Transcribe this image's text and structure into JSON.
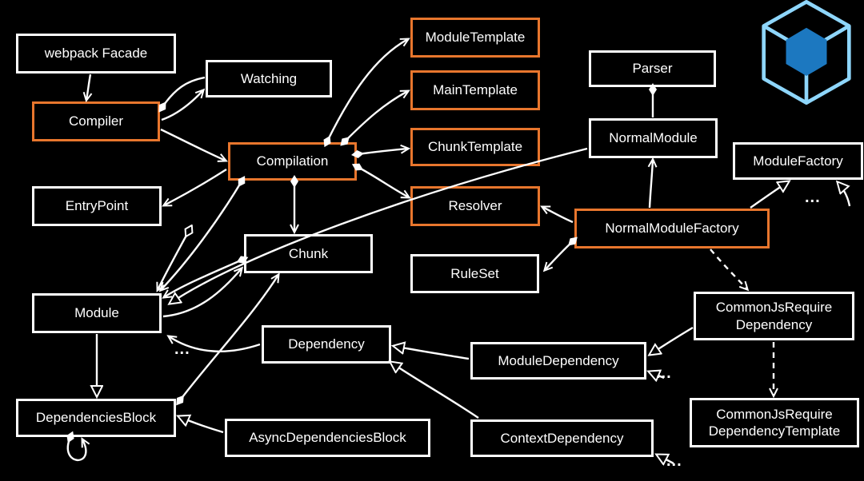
{
  "title": "webpack architecture class diagram",
  "colors": {
    "bg": "#000000",
    "text": "#ffffff",
    "line": "#ffffff",
    "node_border": "#ffffff",
    "accent": "#e8762d",
    "logo_outer": "#8ed6fb",
    "logo_inner": "#1c78c0"
  },
  "ellipsis": "...",
  "nodes": {
    "webpack_facade": {
      "label": "webpack Facade",
      "accent": false
    },
    "compiler": {
      "label": "Compiler",
      "accent": true
    },
    "watching": {
      "label": "Watching",
      "accent": false
    },
    "compilation": {
      "label": "Compilation",
      "accent": true
    },
    "entry_point": {
      "label": "EntryPoint",
      "accent": false
    },
    "module_template": {
      "label": "ModuleTemplate",
      "accent": true
    },
    "main_template": {
      "label": "MainTemplate",
      "accent": true
    },
    "chunk_template": {
      "label": "ChunkTemplate",
      "accent": true
    },
    "resolver": {
      "label": "Resolver",
      "accent": true
    },
    "parser": {
      "label": "Parser",
      "accent": false
    },
    "normal_module": {
      "label": "NormalModule",
      "accent": false
    },
    "module_factory": {
      "label": "ModuleFactory",
      "accent": false
    },
    "normal_module_factory": {
      "label": "NormalModuleFactory",
      "accent": true
    },
    "rule_set": {
      "label": "RuleSet",
      "accent": false
    },
    "chunk": {
      "label": "Chunk",
      "accent": false
    },
    "module": {
      "label": "Module",
      "accent": false
    },
    "dependency": {
      "label": "Dependency",
      "accent": false
    },
    "module_dependency": {
      "label": "ModuleDependency",
      "accent": false
    },
    "commonjs_require_dependency": {
      "label": "CommonJsRequire\nDependency",
      "accent": false
    },
    "dependencies_block": {
      "label": "DependenciesBlock",
      "accent": false
    },
    "async_dependencies_block": {
      "label": "AsyncDependenciesBlock",
      "accent": false
    },
    "context_dependency": {
      "label": "ContextDependency",
      "accent": false
    },
    "commonjs_require_dependency_template": {
      "label": "CommonJsRequire\nDependencyTemplate",
      "accent": false
    }
  },
  "edges": [
    {
      "from": "webpack Facade",
      "to": "Compiler",
      "type": "association"
    },
    {
      "from": "Watching",
      "to": "Compiler",
      "type": "composition"
    },
    {
      "from": "Compiler",
      "to": "Watching",
      "type": "association"
    },
    {
      "from": "Compiler",
      "to": "Compilation",
      "type": "association"
    },
    {
      "from": "Compilation",
      "to": "EntryPoint",
      "type": "association"
    },
    {
      "from": "Compilation",
      "to": "Module",
      "type": "composition"
    },
    {
      "from": "EntryPoint",
      "to": "Module",
      "type": "aggregation"
    },
    {
      "from": "Compilation",
      "to": "Chunk",
      "type": "composition"
    },
    {
      "from": "Compilation",
      "to": "ModuleTemplate",
      "type": "composition"
    },
    {
      "from": "Compilation",
      "to": "MainTemplate",
      "type": "composition"
    },
    {
      "from": "Compilation",
      "to": "ChunkTemplate",
      "type": "composition"
    },
    {
      "from": "Compilation",
      "to": "Resolver",
      "type": "composition"
    },
    {
      "from": "Chunk",
      "to": "Module",
      "type": "composition"
    },
    {
      "from": "Module",
      "to": "Chunk",
      "type": "association"
    },
    {
      "from": "NormalModule",
      "to": "Module",
      "type": "inheritance"
    },
    {
      "from": "NormalModule",
      "to": "Parser",
      "type": "composition"
    },
    {
      "from": "NormalModuleFactory",
      "to": "NormalModule",
      "type": "association"
    },
    {
      "from": "NormalModuleFactory",
      "to": "Resolver",
      "type": "association"
    },
    {
      "from": "NormalModuleFactory",
      "to": "RuleSet",
      "type": "composition"
    },
    {
      "from": "NormalModuleFactory",
      "to": "ModuleFactory",
      "type": "inheritance"
    },
    {
      "from": "other factories (...)",
      "to": "ModuleFactory",
      "type": "inheritance"
    },
    {
      "from": "NormalModuleFactory",
      "to": "CommonJsRequireDependency",
      "type": "dependency-dashed"
    },
    {
      "from": "CommonJsRequireDependency",
      "to": "CommonJsRequireDependencyTemplate",
      "type": "dependency-dashed"
    },
    {
      "from": "CommonJsRequireDependency",
      "to": "ModuleDependency",
      "type": "inheritance"
    },
    {
      "from": "ModuleDependency",
      "to": "Dependency",
      "type": "inheritance"
    },
    {
      "from": "ContextDependency",
      "to": "Dependency",
      "type": "inheritance"
    },
    {
      "from": "other dependencies (...)",
      "to": "ModuleDependency",
      "type": "inheritance"
    },
    {
      "from": "other dependencies (...)",
      "to": "ContextDependency",
      "type": "inheritance"
    },
    {
      "from": "AsyncDependenciesBlock",
      "to": "DependenciesBlock",
      "type": "inheritance"
    },
    {
      "from": "Module",
      "to": "DependenciesBlock",
      "type": "inheritance"
    },
    {
      "from": "DependenciesBlock",
      "to": "DependenciesBlock",
      "type": "self-composition"
    },
    {
      "from": "Dependency",
      "to": "Module",
      "type": "association"
    },
    {
      "from": "DependenciesBlock",
      "to": "Chunk",
      "type": "association"
    }
  ],
  "logo": {
    "name": "webpack-logo"
  }
}
